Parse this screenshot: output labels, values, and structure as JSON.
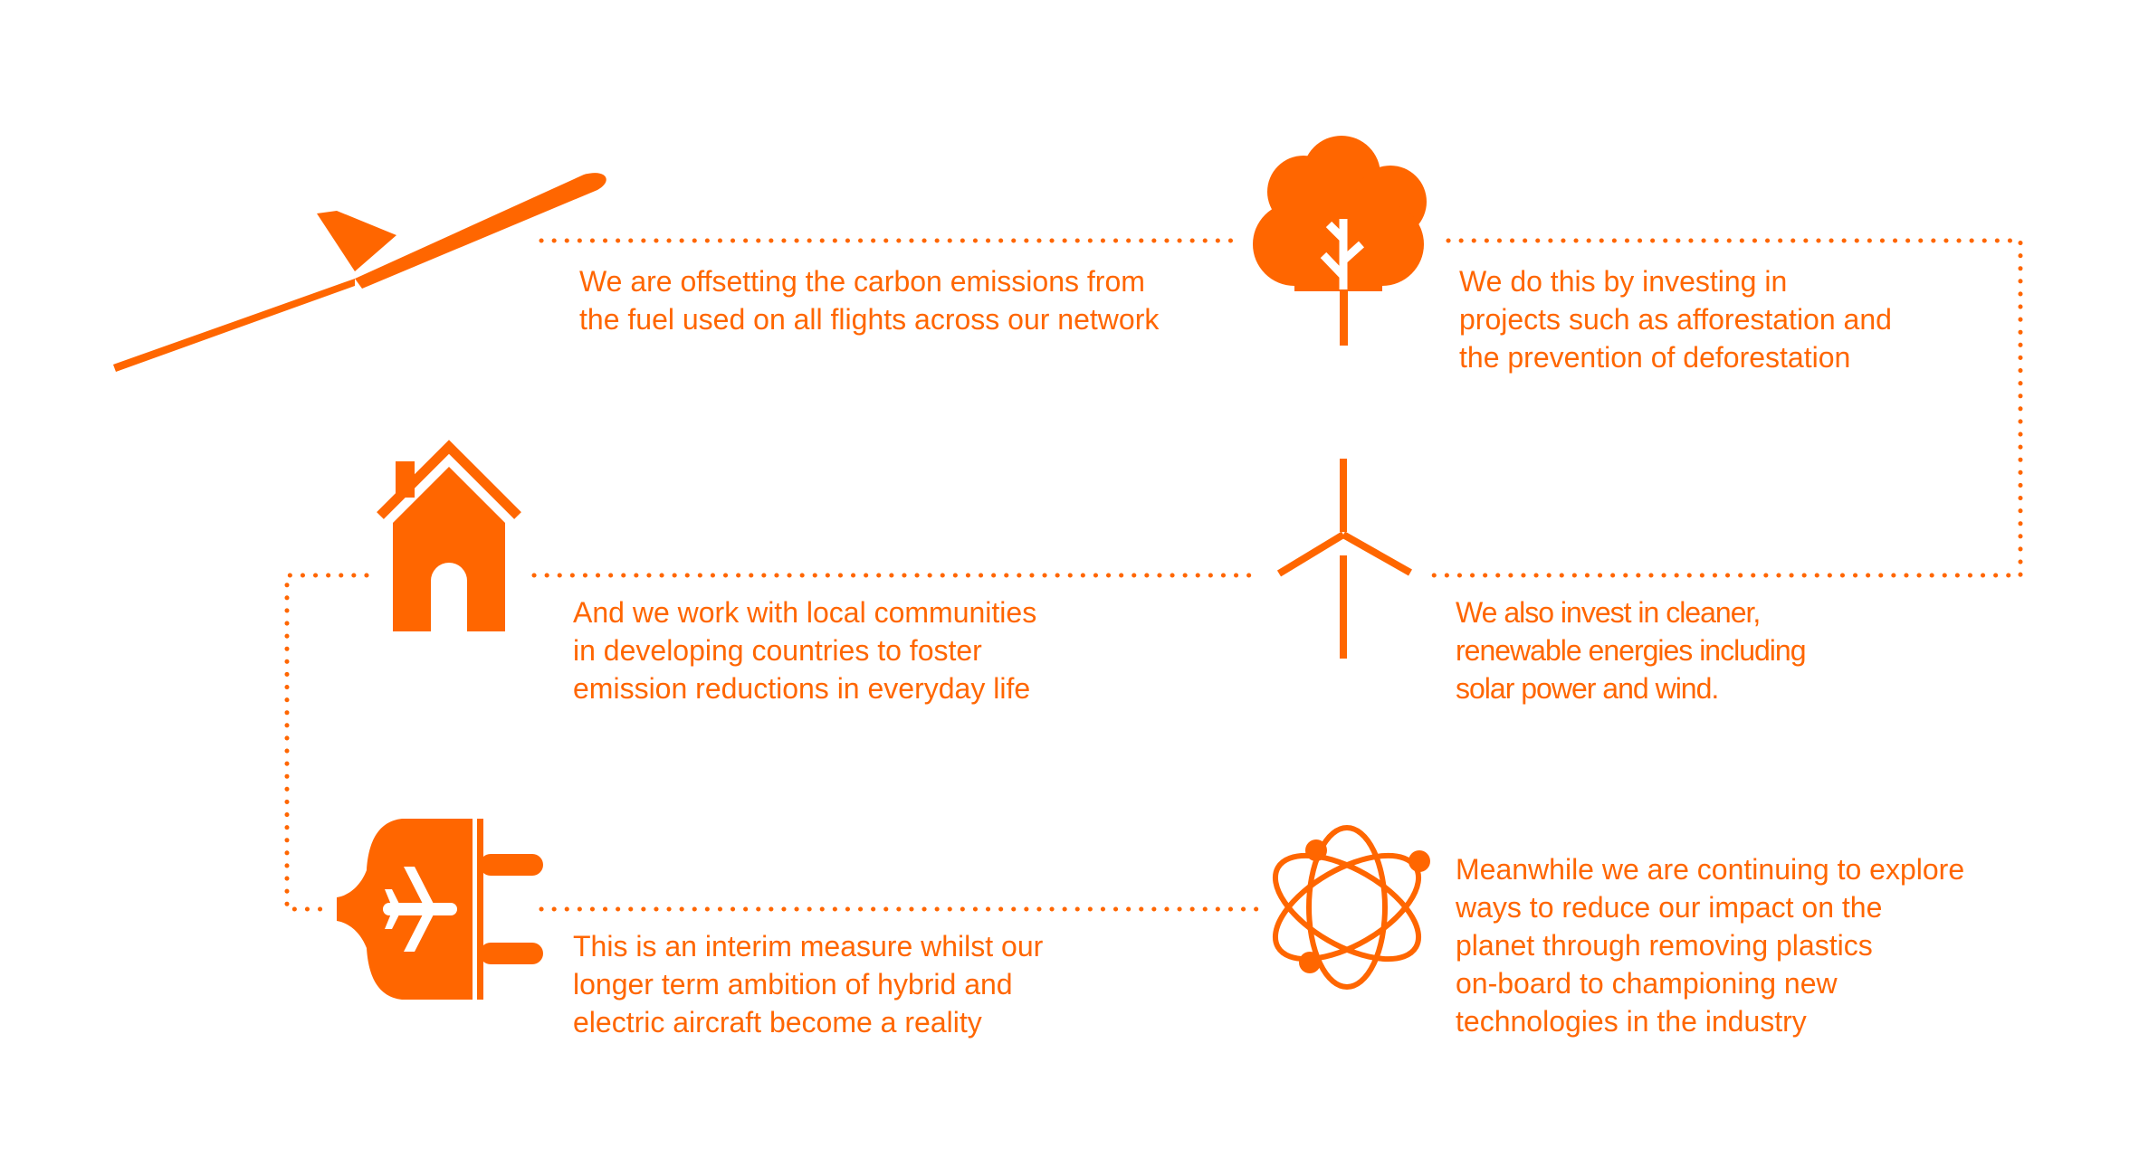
{
  "colors": {
    "accent": "#ff6600",
    "background": "#ffffff"
  },
  "icons": {
    "plane": "airplane-takeoff-icon",
    "tree": "tree-icon",
    "house": "house-icon",
    "turbine": "wind-turbine-icon",
    "plug": "electric-plug-plane-icon",
    "atom": "atom-icon"
  },
  "steps": {
    "offset": {
      "text": "We are offsetting the carbon emissions from\nthe fuel used on all flights across our network"
    },
    "afforestation": {
      "text": "We do this by investing in\nprojects such as afforestation and\nthe prevention of deforestation"
    },
    "renewables": {
      "text": "We also invest in cleaner,\nrenewable energies including\nsolar power and wind."
    },
    "communities": {
      "text": "And we work with local communities\n in developing countries to foster\nemission reductions in everyday life"
    },
    "interim": {
      "text": "This is an interim measure whilst our\nlonger term ambition of hybrid and\nelectric aircraft become a reality"
    },
    "innovation": {
      "text": "Meanwhile we are continuing to explore\nways to reduce our impact on the\nplanet through removing plastics\non-board to championing new\ntechnologies in the industry"
    }
  }
}
